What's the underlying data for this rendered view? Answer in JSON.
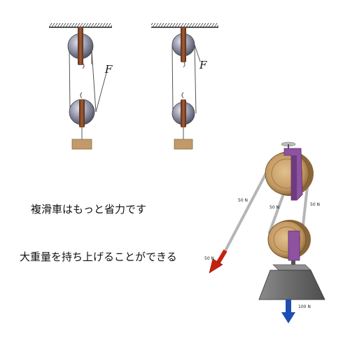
{
  "figure_left": {
    "force_label": "F"
  },
  "figure_right": {
    "force_label": "F"
  },
  "captions": {
    "line1": "複滑車はもっと省力です",
    "line2": "大重量を持ち上げることができる"
  },
  "diagram_3d": {
    "rope_left_label": "50 N",
    "rope_middle_label": "50 N",
    "rope_right_label": "50 N",
    "pull_force_label": "50 N",
    "weight_force_label": "100 N"
  },
  "colors": {
    "wheel": "#8d8fa3",
    "axle_bar": "#8a4a2a",
    "weight_box": "#c29a6a",
    "wood_wheel": "#c49a62",
    "bracket": "#8e52a0",
    "weight_block": "#6e6e6e",
    "arrow_red": "#c4220f",
    "arrow_blue": "#1d4fb2"
  }
}
